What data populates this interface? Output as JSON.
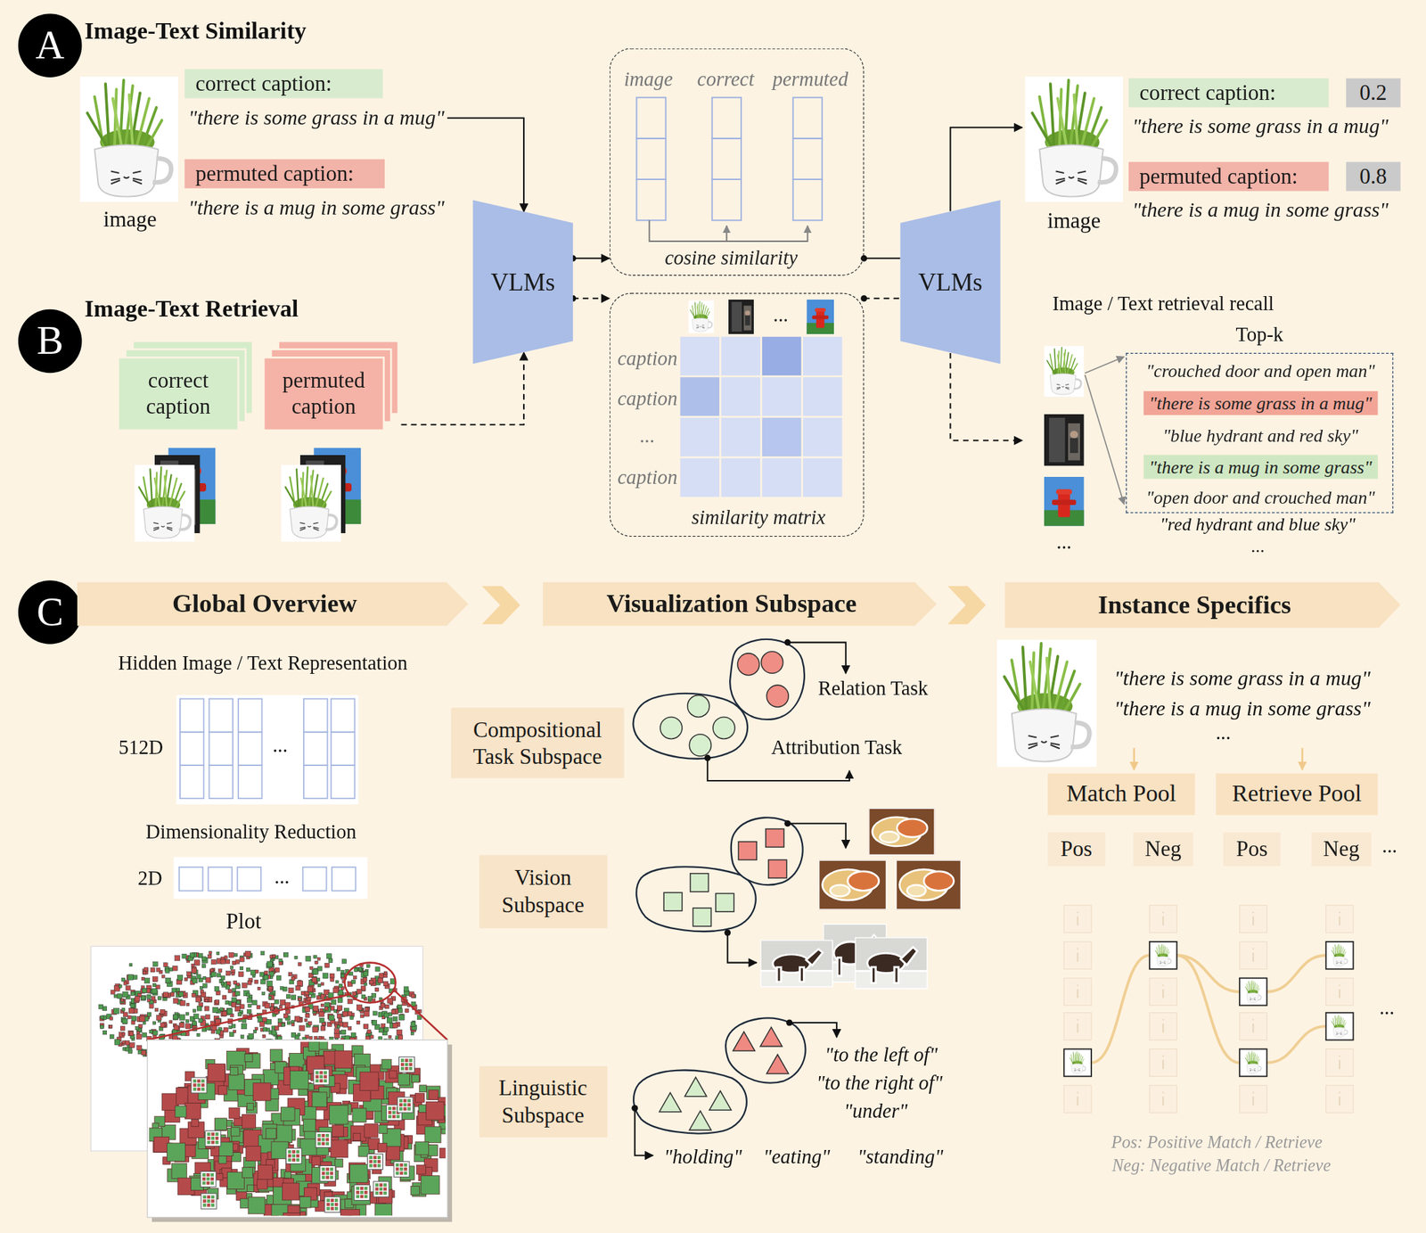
{
  "diagram": {
    "nodes": [
      {
        "text": [
          "A"
        ]
      },
      {
        "text": [
          "correct caption:",
          "\"there is some grass in a mug\""
        ]
      },
      {
        "text": [
          "permuted caption:",
          "\"there is a mug in some grass\""
        ]
      },
      {
        "text": [
          "VLMs"
        ]
      },
      {
        "text": [
          "image",
          "correct",
          "permuted",
          "cosine similarity"
        ]
      },
      {
        "text": [
          "...",
          "caption",
          "caption",
          "...",
          "caption",
          "similarity matrix"
        ]
      },
      {
        "text": [
          "VLMs"
        ]
      },
      {
        "text": [
          "correct caption:",
          "\"there is some grass in a mug\""
        ]
      },
      {
        "text": [
          "0.2"
        ]
      },
      {
        "text": [
          "permuted caption:",
          "\"there is a mug in some grass\""
        ]
      },
      {
        "text": [
          "0.8"
        ]
      },
      {
        "text": [
          "\"crouched door and open man\"",
          "\"blue hydrant and red sky\"",
          "\"open door and crouched man\""
        ]
      },
      {
        "text": [
          "\"there is some grass in a mug\""
        ],
        "in": 11
      },
      {
        "text": [
          "\"there is a mug in some grass\""
        ],
        "in": 11
      },
      {
        "text": [
          "B"
        ]
      },
      {
        "text": [
          "correct caption"
        ]
      },
      {
        "text": [
          "permuted caption"
        ]
      },
      {
        "text": [
          "C"
        ]
      },
      {
        "text": [
          "Global Overview"
        ]
      },
      {
        "text": [
          "Visualization Subspace"
        ]
      },
      {
        "text": [
          "Instance Specifics"
        ]
      },
      {
        "text": [
          "Compositional Task Subspace"
        ]
      },
      {
        "text": [
          "Vision Subspace"
        ]
      },
      {
        "text": [
          "Linguistic Subspace"
        ]
      },
      {
        "text": [
          "Match Pool"
        ]
      },
      {
        "text": [
          "Retrieve Pool"
        ]
      },
      {
        "text": [
          "Pos"
        ]
      },
      {
        "text": [
          "Neg"
        ]
      },
      {
        "text": [
          "Pos"
        ]
      },
      {
        "text": [
          "Neg"
        ]
      }
    ],
    "edges": [
      {
        "from": 1,
        "to": 3,
        "arrow": "to"
      },
      {
        "from": 3,
        "to": 4,
        "arrow": "to"
      },
      {
        "from": 3,
        "to": 5,
        "arrow": "to"
      },
      {
        "from": 16,
        "to": 3,
        "arrow": "to"
      },
      {
        "from": 4,
        "to": 6,
        "arrow": "none"
      },
      {
        "from": 5,
        "to": 6,
        "arrow": "none"
      }
    ],
    "labels": [
      "Image-Text Similarity",
      "image",
      "image",
      "Image-Text Retrieval",
      "Image / Text retrieval recall",
      "Top-k",
      "...",
      "\"red hydrant and blue sky\"",
      "...",
      "Hidden Image / Text Representation",
      "512D",
      "...",
      "Dimensionality Reduction",
      "2D",
      "...",
      "Plot",
      "Relation Task",
      "Attribution Task",
      "\"to the left of\"",
      "\"to the right of\"",
      "\"under\"",
      "\"holding\"",
      "\"eating\"",
      "\"standing\"",
      "\"there is some grass in a mug\"",
      "\"there is a mug in some grass\"",
      "...",
      "...",
      "...",
      "Pos: Positive Match / Retrieve",
      "Neg: Negative Match / Retrieve"
    ]
  }
}
